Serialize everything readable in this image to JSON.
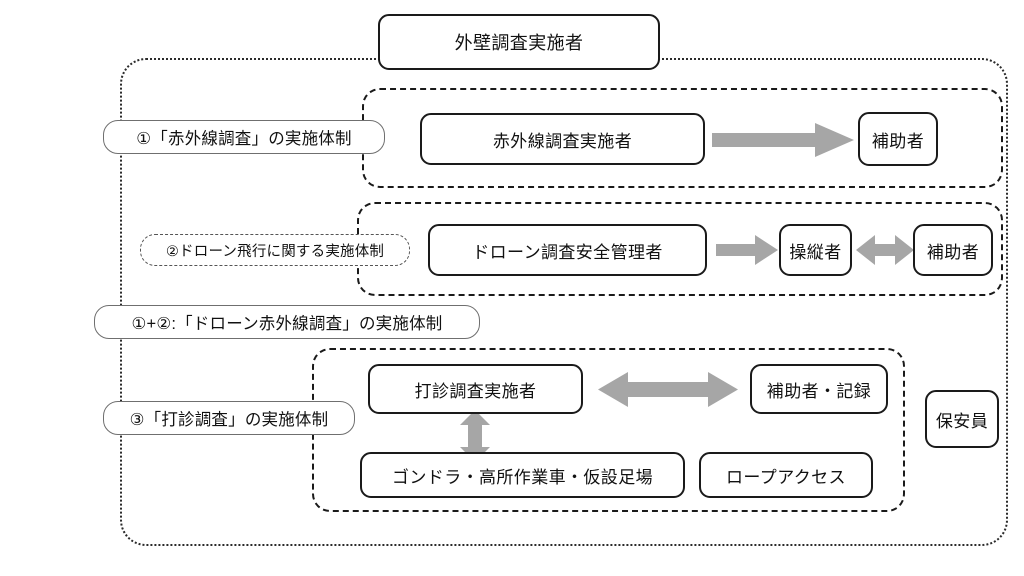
{
  "diagram": {
    "title_box": {
      "label": "外壁調査実施者"
    },
    "sections": [
      {
        "id": "section-1",
        "pill_label": "①「赤外線調査」の実施体制",
        "nodes": [
          {
            "name": "infrared-inspector",
            "label": "赤外線調査実施者"
          },
          {
            "name": "assistant",
            "label": "補助者"
          }
        ],
        "connectors": [
          {
            "name": "arrow-infrared-to-assistant",
            "type": "single",
            "direction": "right"
          }
        ]
      },
      {
        "id": "section-2",
        "pill_label": "②ドローン飛行に関する実施体制",
        "nodes": [
          {
            "name": "drone-safety-manager",
            "label": "ドローン調査安全管理者"
          },
          {
            "name": "pilot",
            "label": "操縦者"
          },
          {
            "name": "assistant",
            "label": "補助者"
          }
        ],
        "connectors": [
          {
            "name": "arrow-manager-to-pilot",
            "type": "single",
            "direction": "right"
          },
          {
            "name": "arrow-pilot-assistant",
            "type": "double",
            "direction": "horizontal"
          }
        ]
      },
      {
        "id": "section-1-plus-2",
        "pill_label": "①+②:「ドローン赤外線調査」の実施体制"
      },
      {
        "id": "section-3",
        "pill_label": "③「打診調査」の実施体制",
        "nodes": [
          {
            "name": "tapping-inspector",
            "label": "打診調査実施者"
          },
          {
            "name": "assistant-recorder",
            "label": "補助者・記録"
          },
          {
            "name": "gondola-aerial-scaffold",
            "label": "ゴンドラ・高所作業車・仮設足場"
          },
          {
            "name": "rope-access",
            "label": "ロープアクセス"
          }
        ],
        "connectors": [
          {
            "name": "arrow-tapping-assistant",
            "type": "double",
            "direction": "horizontal"
          },
          {
            "name": "arrow-tapping-equipment",
            "type": "double",
            "direction": "vertical"
          }
        ]
      }
    ],
    "side_nodes": [
      {
        "name": "security-guard",
        "label": "保安員"
      }
    ],
    "colors": {
      "arrow_gray": "#a6a6a6",
      "box_border": "#1a1a1a",
      "pill_border": "#6f6f6f",
      "text": "#111111",
      "background": "#ffffff"
    }
  }
}
